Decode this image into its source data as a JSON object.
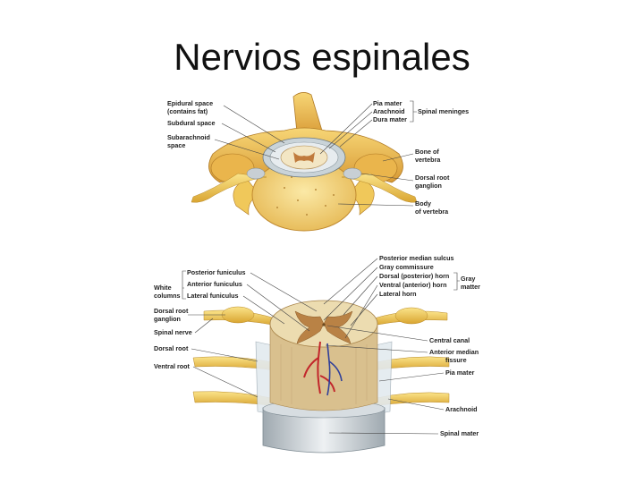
{
  "slide": {
    "title": "Nervios espinales"
  },
  "top_diagram": {
    "labels": {
      "epidural_1": "Epidural space",
      "epidural_2": "(contains fat)",
      "subdural": "Subdural space",
      "subarachnoid_1": "Subarachnoid",
      "subarachnoid_2": "space",
      "pia": "Pia mater",
      "arachnoid": "Arachnoid",
      "dura": "Dura mater",
      "meninges": "Spinal meninges",
      "bone_1": "Bone of",
      "bone_2": "vertebra",
      "drg_1": "Dorsal root",
      "drg_2": "ganglion",
      "body_1": "Body",
      "body_2": "of vertebra"
    }
  },
  "bottom_diagram": {
    "labels": {
      "white_1": "White",
      "white_2": "columns",
      "post_fun": "Posterior funiculus",
      "ant_fun": "Anterior funiculus",
      "lat_fun": "Lateral funiculus",
      "drg_1": "Dorsal root",
      "drg_2": "ganglion",
      "spinal_nerve": "Spinal nerve",
      "dorsal_root": "Dorsal root",
      "ventral_root": "Ventral root",
      "post_sulcus": "Posterior median sulcus",
      "gray_comm": "Gray commissure",
      "dorsal_horn": "Dorsal (posterior) horn",
      "ventral_horn": "Ventral (anterior) horn",
      "lateral_horn": "Lateral horn",
      "gray_1": "Gray",
      "gray_2": "matter",
      "central_canal": "Central canal",
      "ant_fissure_1": "Anterior median",
      "ant_fissure_2": "fissure",
      "pia": "Pia mater",
      "arachnoid": "Arachnoid",
      "spinal_mater": "Spinal mater"
    }
  },
  "colors": {
    "bone": "#f0c85a",
    "bone_dark": "#c8922a",
    "nerve": "#f4cf52",
    "white_matter": "#e8d7a8",
    "gray_matter": "#b8864a",
    "membrane": "#b8c4cc"
  }
}
